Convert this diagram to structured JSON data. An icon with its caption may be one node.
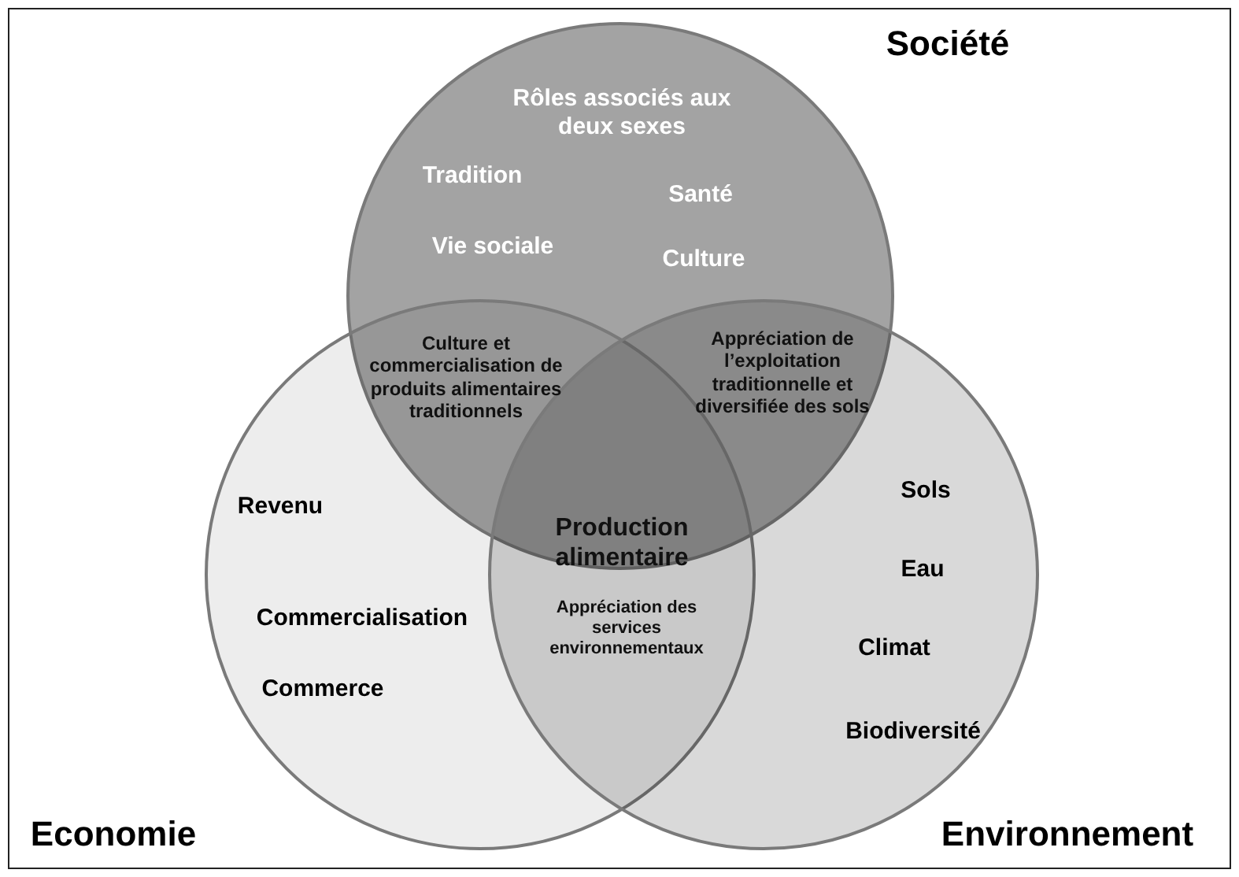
{
  "diagram": {
    "nodes": [
      {
        "text": [
          "Société",
          "Rôles associés aux deux sexes",
          "Tradition",
          "Santé",
          "Vie sociale",
          "Culture"
        ]
      },
      {
        "text": [
          "Economie",
          "Revenu",
          "Commercialisation",
          "Commerce"
        ]
      },
      {
        "text": [
          "Environnement",
          "Sols",
          "Eau",
          "Climat",
          "Biodiversité"
        ]
      }
    ],
    "edges": [],
    "labels": [
      "Culture et commercialisation de produits alimentaires traditionnels",
      "Appréciation de l’exploitation traditionnelle et diversifiée des sols",
      "Production alimentaire",
      "Appréciation des services environnementaux"
    ]
  }
}
